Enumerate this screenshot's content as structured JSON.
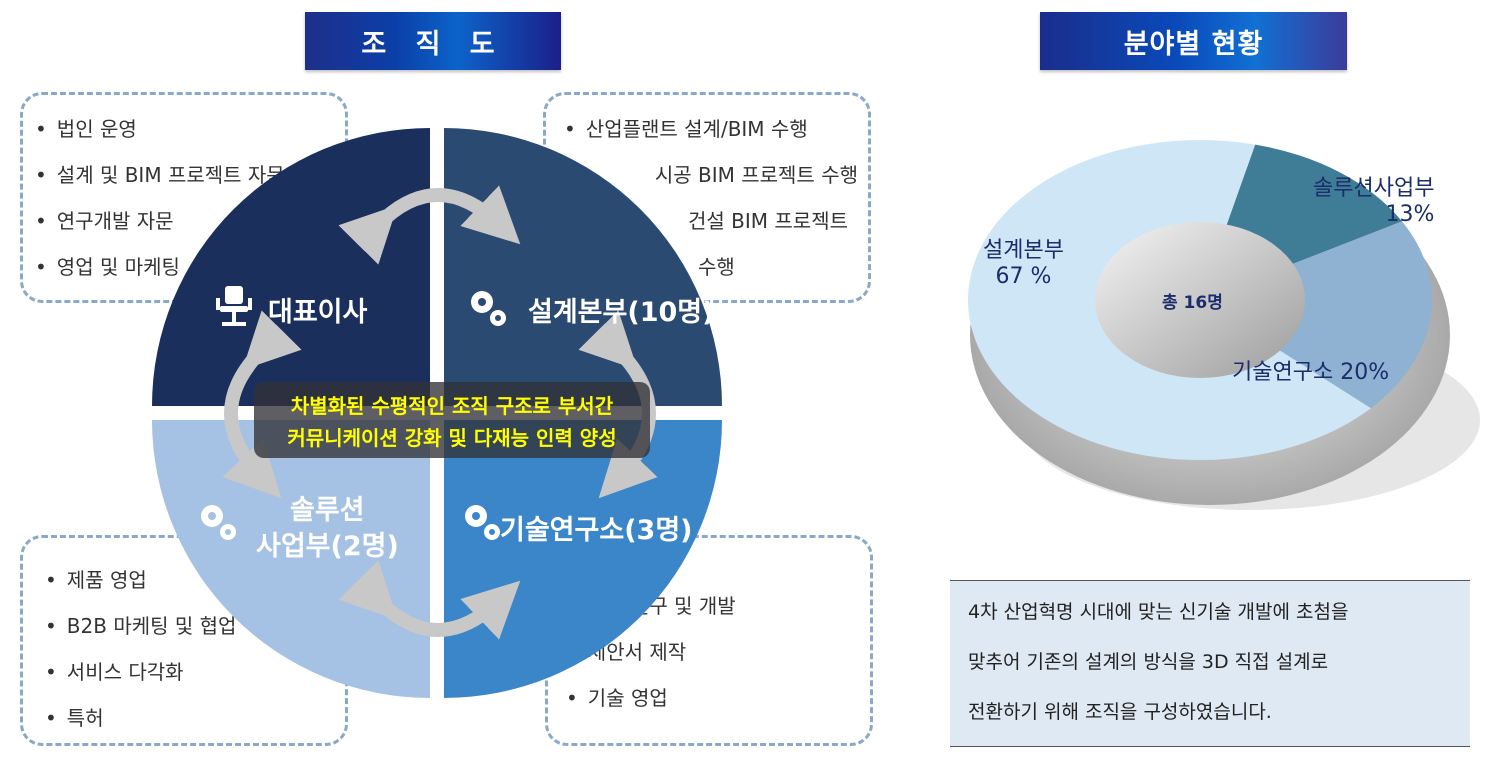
{
  "headers": {
    "org": "조 직 도",
    "field": "분야별 현황"
  },
  "center_banner": {
    "line1": "차별화된 수평적인 조직 구조로 부서간",
    "line2": "커뮤니케이션 강화 및 다재능 인력 양성"
  },
  "quadrants": {
    "ceo": "대표이사",
    "design": "설계본부(10명)",
    "solution_line1": "솔루션",
    "solution_line2": "사업부(2명)",
    "tech": "기술연구소(3명)"
  },
  "boxes": {
    "ceo": [
      "법인 운영",
      "설계 및 BIM 프로젝트 자문",
      "연구개발 자문",
      "영업 및 마케팅"
    ],
    "design": [
      "산업플랜트 설계/BIM 수행",
      "시공 BIM 프로젝트 수행",
      "건설 BIM 프로젝트",
      "수행"
    ],
    "solution": [
      "제품 영업",
      "B2B 마케팅 및 협업",
      "서비스 다각화",
      "특허"
    ],
    "tech": [
      "제품 연구 및 개발",
      "제안서 제작",
      "기술 영업"
    ]
  },
  "chart_data": {
    "type": "pie",
    "center_label": "총 16명",
    "slices": [
      {
        "name": "설계본부",
        "label": "67 %",
        "value": 67,
        "color": "#cfe6f7"
      },
      {
        "name": "솔루션사업부",
        "label": "13%",
        "value": 13,
        "color": "#3f7c96"
      },
      {
        "name": "기술연구소",
        "label": "20%",
        "value": 20,
        "color": "#8fb1d2"
      }
    ]
  },
  "description": {
    "line1": "4차 산업혁명 시대에 맞는 신기술 개발에 초첨을",
    "line2": "맞추어 기존의 설계의 방식을 3D 직접 설계로",
    "line3": "전환하기 위해 조직을 구성하였습니다."
  },
  "colors": {
    "ceo": "#1b2f5c",
    "design": "#2b4a72",
    "solution": "#a5c1e3",
    "tech": "#3b86c8",
    "box_border": "#8aa9c9"
  }
}
